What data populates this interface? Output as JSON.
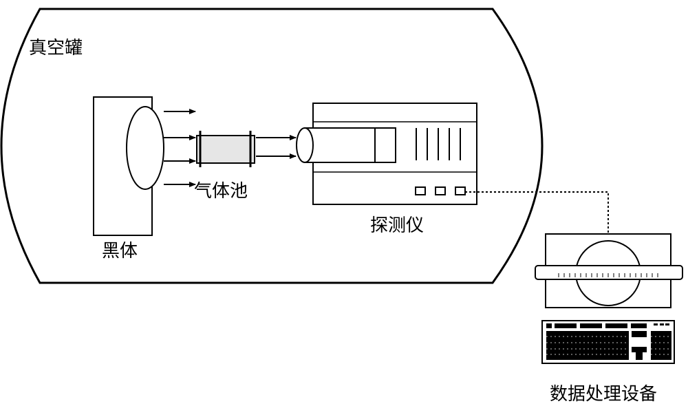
{
  "labels": {
    "vacuum_tank": "真空罐",
    "blackbody": "黑体",
    "gas_cell": "气体池",
    "detector": "探测仪",
    "data_processing": "数据处理设备"
  },
  "colors": {
    "stroke": "#000000",
    "gas_cell_fill": "#e6e6e6",
    "background": "#ffffff"
  }
}
